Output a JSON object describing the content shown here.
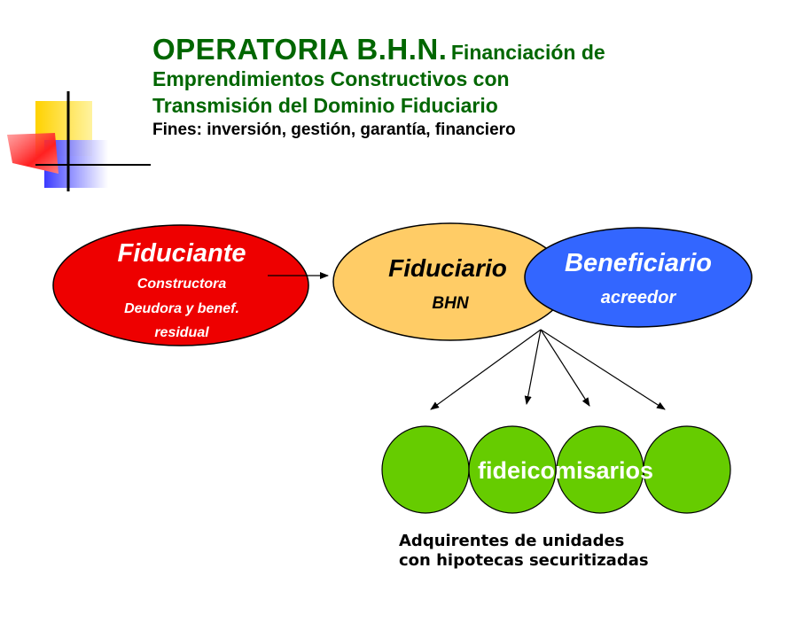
{
  "title": {
    "main": "OPERATORIA B.H.N.",
    "sub_line1": "Financiación de",
    "line2": "Emprendimientos Constructivos con",
    "line3": "Transmisión del Dominio Fiduciario",
    "fines": "Fines: inversión, gestión, garantía, financiero"
  },
  "fiduciante": {
    "title": "Fiduciante",
    "line1": "Constructora",
    "line2": "Deudora y benef.",
    "line3": "residual",
    "color": "#ee0000"
  },
  "fiduciario": {
    "title": "Fiduciario",
    "sub": "BHN",
    "color": "#ffcc66"
  },
  "beneficiario": {
    "title": "Beneficiario",
    "sub": "acreedor",
    "color": "#3366ff"
  },
  "fideicomisarios": {
    "label": "fideicomisarios",
    "color": "#66cc00"
  },
  "adquirentes": {
    "line1": "Adquirentes de unidades",
    "line2": "con hipotecas securitizadas"
  }
}
